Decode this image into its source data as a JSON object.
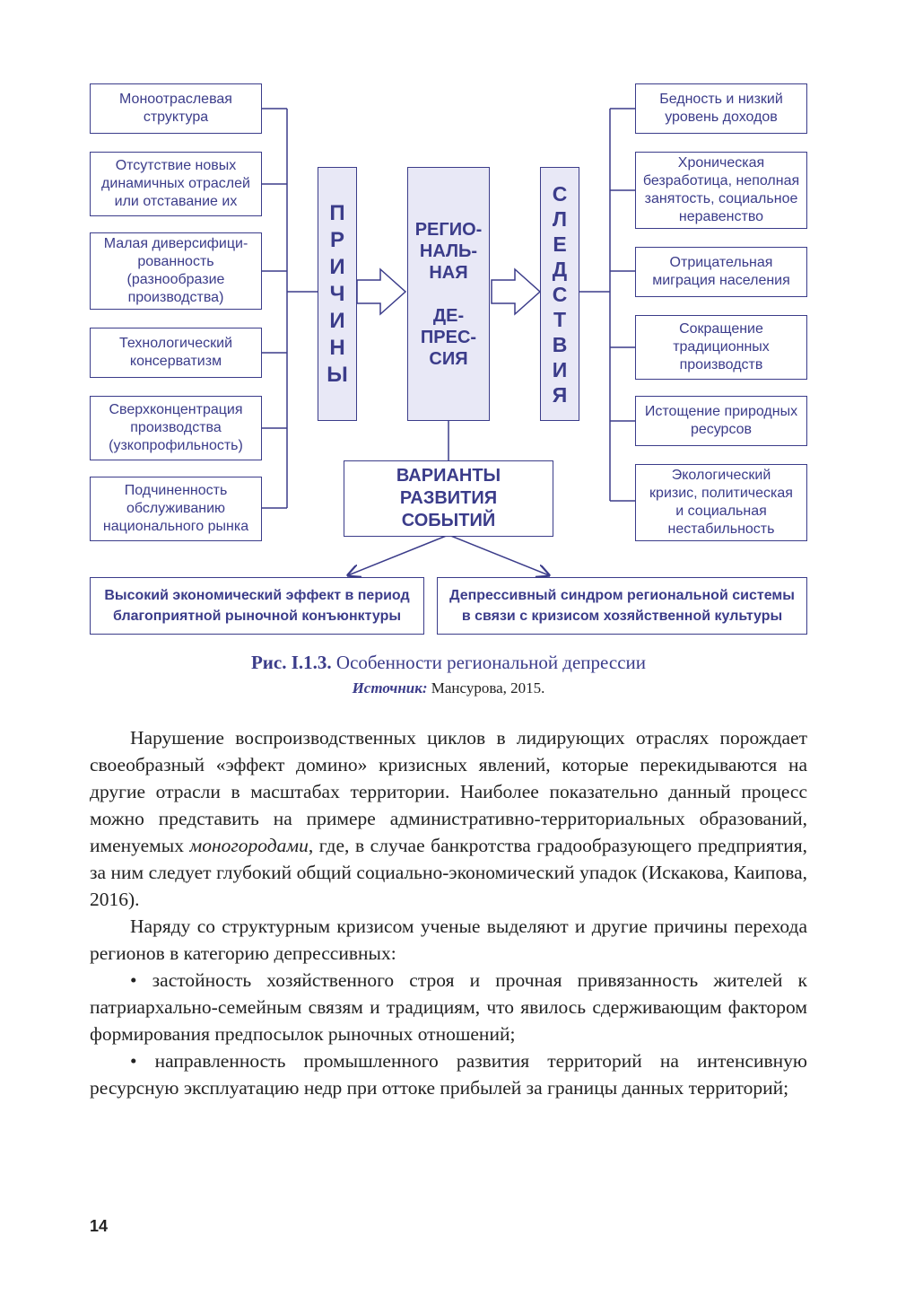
{
  "diagram": {
    "causes": [
      "Моноотраслевая\nструктура",
      "Отсутствие новых\nдинамичных отраслей\nили отставание их",
      "Малая диверсифици-\nрованность\n(разнообразие\nпроизводства)",
      "Технологический\nконсерватизм",
      "Сверхконцентрация\nпроизводства\n(узкопрофильность)",
      "Подчиненность\nобслуживанию\nнационального рынка"
    ],
    "causes_label": "П\nР\nИ\nЧ\nИ\nН\nЫ",
    "central_line1": "РЕГИО-\nНАЛЬ-\nНАЯ",
    "central_line2": "ДЕ-\nПРЕС-\nСИЯ",
    "effects_label": "С\nЛ\nЕ\nД\nС\nТ\nВ\nИ\nЯ",
    "effects": [
      "Бедность и низкий\nуровень доходов",
      "Хроническая\nбезработица, неполная\nзанятость, социальное\nнеравенство",
      "Отрицательная\nмиграция населения",
      "Сокращение\nтрадиционных\nпроизводств",
      "Истощение природных\nресурсов",
      "Экологический\nкризис, политическая\nи социальная\nнестабильность"
    ],
    "variants": "ВАРИАНТЫ\nРАЗВИТИЯ\nСОБЫТИЙ",
    "outcome_left": "Высокий экономический эффект в период\nблагоприятной рыночной конъюнктуры",
    "outcome_right": "Депрессивный синдром региональной системы\nв связи с кризисом хозяйственной культуры"
  },
  "caption": {
    "label": "Рис. I.1.3.",
    "title": "Особенности региональной депрессии",
    "source_label": "Источник:",
    "source": "Мансурова, 2015."
  },
  "body": {
    "p1_a": "Нарушение воспроизводственных циклов в лидирующих отраслях порождает своеобразный «эффект домино» кризисных явлений, которые перекидываются на другие отрасли в масштабах территории. Наиболее показательно данный процесс можно представить на примере административно-территориальных образований, именуемых ",
    "p1_em": "моногородами",
    "p1_b": ", где, в случае банкротства градообразующего предприятия, за ним следует глубокий общий социально-экономический упадок (Искакова, Каипова, 2016).",
    "p2": "Наряду со структурным кризисом ученые выделяют и другие причины перехода регионов в категорию депрессивных:",
    "bullet1": "• застойность хозяйственного строя и прочная привязанность жителей к патриархально-семейным связям и традициям, что явилось сдерживающим фактором формирования предпосылок рыночных отношений;",
    "bullet2": "• направленность промышленного развития территорий на интенсивную ресурсную эксплуатацию недр при оттоке прибылей за границы данных территорий;"
  },
  "page_number": "14",
  "colors": {
    "accent": "#3b3c8a",
    "fill": "#e8e8f6"
  }
}
